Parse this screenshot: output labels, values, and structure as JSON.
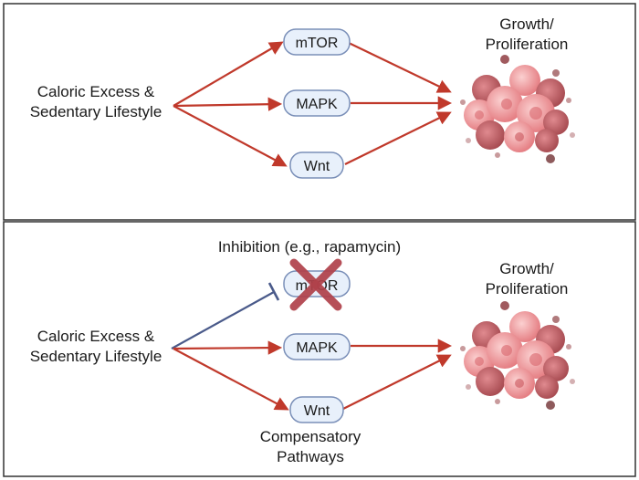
{
  "panels": [
    {
      "source_label": [
        "Caloric Excess &",
        "Sedentary Lifestyle"
      ],
      "pathways": [
        {
          "label": "mTOR",
          "inhibited": false
        },
        {
          "label": "MAPK",
          "inhibited": false
        },
        {
          "label": "Wnt",
          "inhibited": false
        }
      ],
      "target_label": [
        "Growth/",
        "Proliferation"
      ],
      "annotation": "",
      "footnote": []
    },
    {
      "source_label": [
        "Caloric Excess &",
        "Sedentary Lifestyle"
      ],
      "pathways": [
        {
          "label": "mTOR",
          "inhibited": true
        },
        {
          "label": "MAPK",
          "inhibited": false
        },
        {
          "label": "Wnt",
          "inhibited": false
        }
      ],
      "target_label": [
        "Growth/",
        "Proliferation"
      ],
      "annotation": "Inhibition (e.g., rapamycin)",
      "footnote": [
        "Compensatory",
        "Pathways"
      ]
    }
  ],
  "colors": {
    "arrow": "#c0392b",
    "inhibit": "#4a5a8a",
    "node_fill": "#e8f0fb",
    "node_stroke": "#7a8fb8",
    "cross": "#b0414a",
    "cell_light": "#f4a6a6",
    "cell_mid": "#e57f84",
    "cell_dark": "#b55a5f"
  }
}
